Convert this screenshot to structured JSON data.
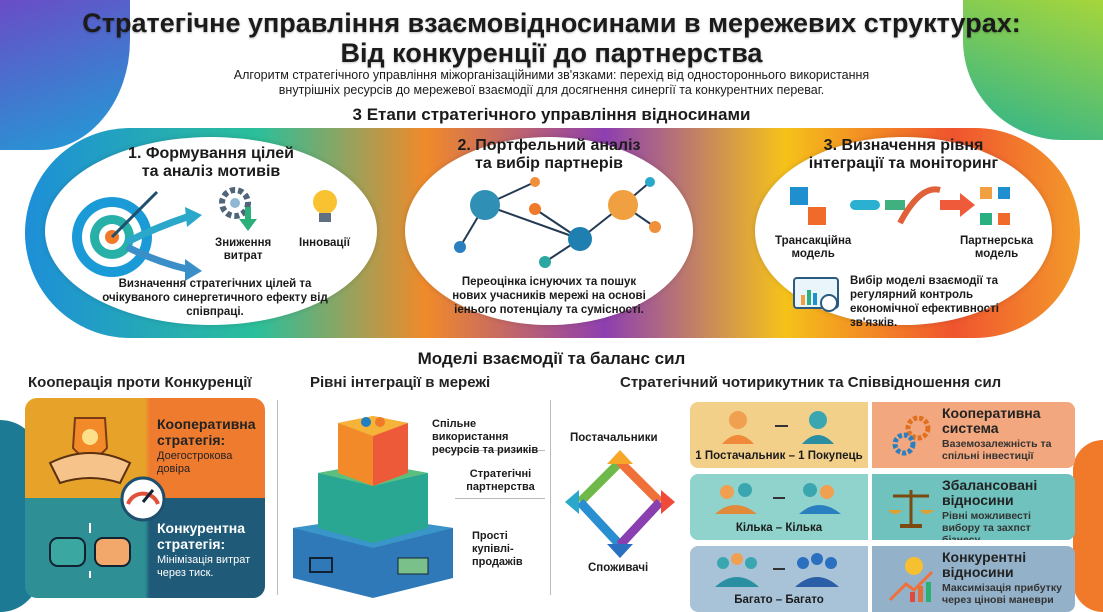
{
  "header": {
    "title_line1": "Стратегічне управління взаємовідносинами в мережевих структурах:",
    "title_line2": "Від конкуренції до партнерства",
    "subtitle_line1": "Алгоритм стратегічного управління міжорганізаційними зв'язками: перехід від одностороннього використання",
    "subtitle_line2": "внутрішніх ресурсів до мережевої взаємодії для досягнення синергії та конкурентних переваг."
  },
  "stages": {
    "heading": "3 Етапи стратегічного управління відносинами",
    "items": [
      {
        "title1": "1. Формування цілей",
        "title2": "та аналіз мотивів",
        "label_a1": "Зниження",
        "label_a2": "витрат",
        "label_b": "Інновації",
        "text": "Визначення стратегічних цілей та очікуваного синергетичного ефекту від співпраці."
      },
      {
        "title1": "2. Портфельний аналіз",
        "title2": "та вибір партнерів",
        "text": "Переоцінка існуючих та пошук нових учасників мережі на основі іенього потенціалу та сумісності."
      },
      {
        "title1": "3. Визначення рівня",
        "title2": "інтеграції та моніторинг",
        "label_a1": "Трансакційна",
        "label_a2": "модель",
        "label_b1": "Партнерська",
        "label_b2": "модель",
        "text": "Вибір моделі взаємодії та регулярний контроль економічної ефективності зв'язків."
      }
    ]
  },
  "models": {
    "heading": "Моделі взаємодії та баланс сил",
    "coop": {
      "heading": "Кооперація проти Конкуренції",
      "top_title1": "Кооперативна",
      "top_title2": "стратегія:",
      "top_text": "Доегострокова довіра",
      "bottom_title1": "Конкурентна",
      "bottom_title2": "стратегія:",
      "bottom_text": "Мінімізація витрат через тиск."
    },
    "levels": {
      "heading": "Рівні інтеграції в мережі",
      "items": [
        "Спільне використання ресурсів та ризиків",
        "Стратегічні партнерства",
        "Прості купівлі-продажів"
      ]
    },
    "quad": {
      "heading": "Стратегічний чотирикутник та Співвідношення сил",
      "top_label": "Постачальники",
      "bottom_label": "Споживачі",
      "rows": [
        {
          "pair": "1 Постачальник – 1 Покупець",
          "title1": "Кооперативна",
          "title2": "система",
          "text": "Ваземозалежність та спільні інвестиції",
          "color_l": "#f3d08a",
          "color_r": "#f2a77e"
        },
        {
          "pair": "Кілька – Кілька",
          "title1": "Збалансовані",
          "title2": "відносини",
          "text": "Рівні можливесті вибору та захпст бізнесу",
          "color_l": "#8fd3cc",
          "color_r": "#6fc2bd"
        },
        {
          "pair": "Багато – Багато",
          "title1": "Конкурентні",
          "title2": "відносини",
          "text": "Максимізація прибутку через цінові маневри",
          "color_l": "#a8c3d8",
          "color_r": "#93b1c9"
        }
      ]
    }
  }
}
